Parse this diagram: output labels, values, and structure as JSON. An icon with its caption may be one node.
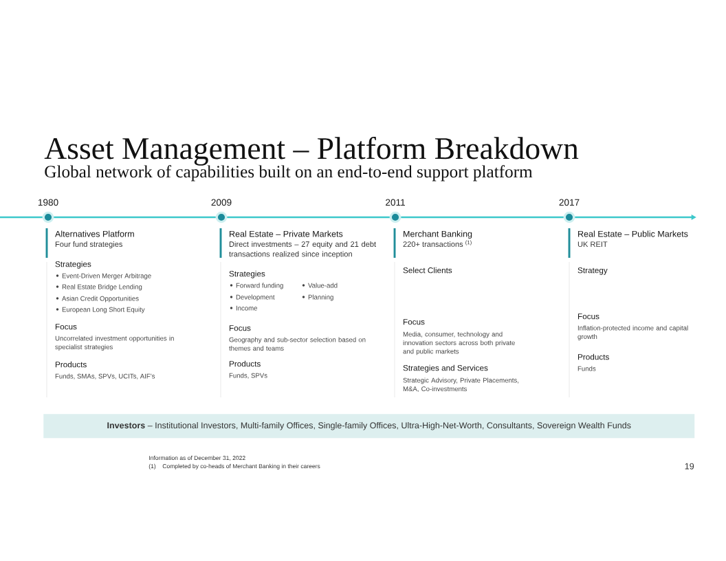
{
  "diagram": {
    "title": "Asset Management – Platform Breakdown",
    "nodes": [
      {
        "text": [],
        "shape": "circle",
        "beside": [
          "1980"
        ]
      },
      {
        "text": [],
        "shape": "circle",
        "beside": [
          "2009"
        ]
      },
      {
        "text": [],
        "shape": "circle",
        "beside": [
          "2011"
        ]
      },
      {
        "text": [],
        "shape": "circle",
        "beside": [
          "2017"
        ]
      },
      {
        "text": [
          "Alternatives Platform",
          "Four fund strategies",
          "Strategies",
          "Event-Driven Merger Arbitrage",
          "Real Estate Bridge Lending",
          "Asian Credit Opportunities",
          "European Long Short Equity",
          "Focus",
          "Uncorrelated investment opportunities in specialist strategies",
          "Products",
          "Funds, SMAs, SPVs, UCITs, AIF’s"
        ]
      },
      {
        "text": [
          "Real Estate – Private Markets",
          "Direct investments – 27 equity and 21 debt transactions realized since inception",
          "Strategies",
          "Forward funding",
          "Value-add",
          "Development",
          "Planning",
          "Income",
          "Focus",
          "Geography and sub-sector selection based on themes and teams",
          "Products",
          "Funds, SPVs"
        ]
      },
      {
        "text": [
          "Merchant Banking",
          "220+ transactions $^{(1)}$",
          "Select Clients",
          "Focus",
          "Media, consumer, technology and innovation sectors across both private and public markets",
          "Strategies and Services",
          "Strategic Advisory, Private Placements, M&A, Co-investments"
        ]
      },
      {
        "text": [
          "Real Estate – Public Markets",
          "UK REIT",
          "Strategy",
          "Focus",
          "Inflation-protected income and capital growth",
          "Products",
          "Funds"
        ]
      },
      {
        "text": [
          "**Investors** – Institutional Investors, Multi-family Offices, Single-family Offices, Ultra-High-Net-Worth, Consultants, Sovereign Wealth Funds"
        ]
      }
    ],
    "edges": [
      {
        "from": null,
        "to": 0,
        "arrow": "none"
      },
      {
        "from": 0,
        "to": 1,
        "arrow": "none"
      },
      {
        "from": 1,
        "to": 2,
        "arrow": "none"
      },
      {
        "from": 2,
        "to": 3,
        "arrow": "none"
      },
      {
        "from": 3,
        "to": null,
        "arrow": "to"
      }
    ],
    "labels": [
      "Global network of capabilities built on an end-to-end support platform",
      "Information as of December 31, 2022",
      "(1)",
      "Completed by co-heads of Merchant Banking in their careers",
      "19"
    ]
  }
}
